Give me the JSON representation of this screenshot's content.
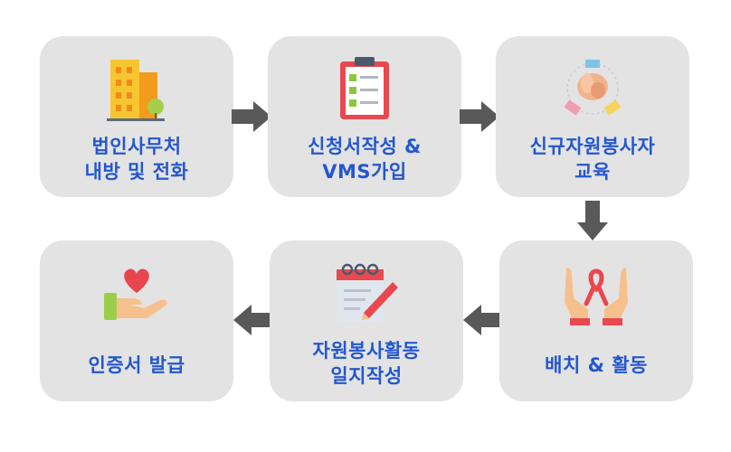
{
  "steps": [
    {
      "line1": "법인사무처",
      "line2": "내방 및 전화",
      "icon": "office-building-icon"
    },
    {
      "line1": "신청서작성 &",
      "line2": "VMS가입",
      "icon": "clipboard-checklist-icon"
    },
    {
      "line1": "신규자원봉사자",
      "line2": "교육",
      "icon": "team-hands-icon"
    },
    {
      "line1": "배치 & 활동",
      "line2": "",
      "icon": "hands-ribbon-icon"
    },
    {
      "line1": "자원봉사활동",
      "line2": "일지작성",
      "icon": "notepad-pencil-icon"
    },
    {
      "line1": "인증서 발급",
      "line2": "",
      "icon": "heart-in-hand-icon"
    }
  ],
  "colors": {
    "card": "#e3e3e3",
    "label": "#2457cf",
    "arrow": "#595959"
  }
}
